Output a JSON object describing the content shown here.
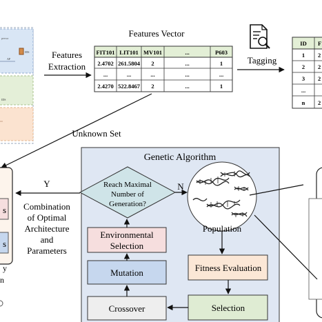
{
  "left_panel": {
    "top_small_label": "pervor",
    "ap_label": "AP",
    "ids_label_1": "IDS",
    "ids_label_2": "IDS",
    "bottom_fragment_1": "s",
    "bottom_fragment_2": "s",
    "trail_fragment_1": "y",
    "trail_fragment_2": "n"
  },
  "labels": {
    "features_vector": "Features Vector",
    "features_extraction_line1": "Features",
    "features_extraction_line2": "Extraction",
    "tagging": "Tagging",
    "unknown_set": "Unknown Set",
    "genetic_algorithm": "Genetic Algorithm",
    "y_branch": "Y",
    "n_branch": "N",
    "combination_lines": [
      "Combination",
      "of Optimal",
      "Architecture",
      "and",
      "Parameters"
    ]
  },
  "feature_table": {
    "headers": [
      "FIT101",
      "LIT101",
      "MV101",
      "...",
      "P603"
    ],
    "rows": [
      [
        "2.4702",
        "261.5804",
        "2",
        "...",
        "1"
      ],
      [
        "...",
        "...",
        "...",
        "...",
        "..."
      ],
      [
        "2.4270",
        "522.8467",
        "2",
        "...",
        "1"
      ]
    ]
  },
  "id_table": {
    "headers": [
      "ID",
      "F"
    ],
    "rows": [
      [
        "1",
        "2"
      ],
      [
        "2",
        "2"
      ],
      [
        "3",
        "2"
      ],
      [
        "...",
        ""
      ],
      [
        "n",
        "2"
      ]
    ]
  },
  "ga_nodes": {
    "decision_lines": [
      "Reach Maximal",
      "Number of",
      "Generation?"
    ],
    "environmental_selection_lines": [
      "Environmental",
      "Selection"
    ],
    "mutation": "Mutation",
    "crossover": "Crossover",
    "population": "Population",
    "fitness_evaluation": "Fitness Evaluation",
    "selection": "Selection"
  },
  "colors": {
    "ga_background": "#dfe7f3",
    "decision_fill": "#cfe4e8",
    "environmental_fill": "#f6dede",
    "mutation_fill": "#c6d7ee",
    "crossover_fill": "#eeeeee",
    "fitness_fill": "#fbe7d6",
    "selection_fill": "#dfecd3",
    "table_header_fill": "#e3efd6",
    "dna_color": "#222222"
  },
  "icons": [
    "document-search-icon",
    "dna-helix-icon"
  ]
}
